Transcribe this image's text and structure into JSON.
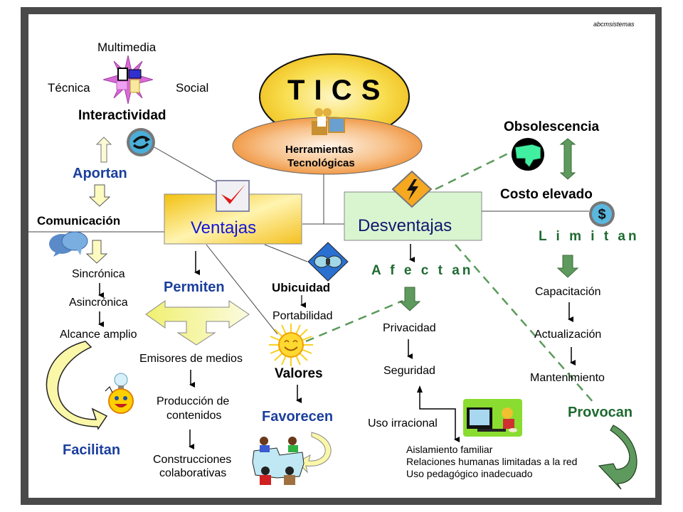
{
  "watermark": "abcmsistemas",
  "center": {
    "title": "T I C S",
    "subtitle_line1": "Herramientas",
    "subtitle_line2": "Tecnológicas"
  },
  "interactividad": {
    "top": "Multimedia",
    "left": "Técnica",
    "right": "Social",
    "label": "Interactividad"
  },
  "ventajas": {
    "label": "Ventajas",
    "aportan": "Aportan",
    "comunicacion": "Comunicación",
    "comm_items": [
      "Sincrónica",
      "Asincrónica",
      "Alcance amplio"
    ],
    "facilitan": "Facilitan",
    "permiten": "Permiten",
    "permiten_items": [
      "Emisores de medios",
      "Producción de",
      "contenidos",
      "Construcciones",
      "colaborativas"
    ],
    "ubicuidad": "Ubicuidad",
    "portabilidad": "Portabilidad",
    "valores": "Valores",
    "favorecen": "Favorecen"
  },
  "desventajas": {
    "label": "Desventajas",
    "obsolescencia": "Obsolescencia",
    "costo": "Costo elevado",
    "limitan": "L i m i t an",
    "limitan_items": [
      "Capacitación",
      "Actualización",
      "Mantenimiento"
    ],
    "afectan": "A f e c t an",
    "afectan_items": [
      "Privacidad",
      "Seguridad"
    ],
    "uso_irracional": "Uso irracional",
    "provocan": "Provocan",
    "consequences": [
      "Aislamiento familiar",
      "Relaciones humanas limitadas a la red",
      "Uso pedagógico inadecuado"
    ]
  },
  "colors": {
    "frame": "#4a4a4a",
    "ventajas_box": "#f5c518",
    "desventajas_box": "#d8f5d8",
    "tics_ellipse": "#f7d23a",
    "herramientas_ellipse": "#f0a050",
    "blue_label": "#1b3f9c",
    "green_label": "#1e6a30",
    "green_arrow": "#5e9a5e"
  }
}
